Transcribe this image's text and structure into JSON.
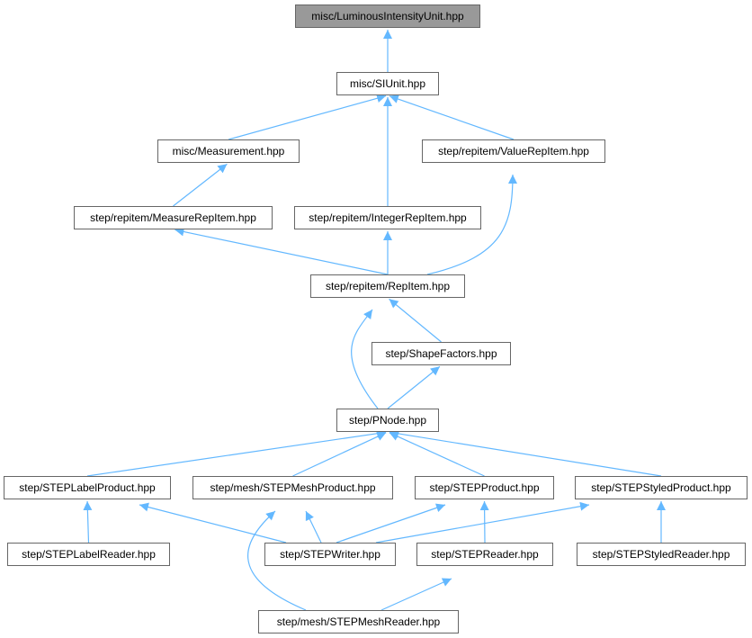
{
  "colors": {
    "edge": "#63b8ff",
    "node_border": "#666666",
    "root_fill": "#999999",
    "node_fill": "#ffffff"
  },
  "nodes": [
    {
      "id": "luminous",
      "label": "misc/LuminousIntensityUnit.hpp",
      "root": true
    },
    {
      "id": "siunit",
      "label": "misc/SIUnit.hpp"
    },
    {
      "id": "measurement",
      "label": "misc/Measurement.hpp"
    },
    {
      "id": "valuerep",
      "label": "step/repitem/ValueRepItem.hpp"
    },
    {
      "id": "measurerep",
      "label": "step/repitem/MeasureRepItem.hpp"
    },
    {
      "id": "integerrep",
      "label": "step/repitem/IntegerRepItem.hpp"
    },
    {
      "id": "repitem",
      "label": "step/repitem/RepItem.hpp"
    },
    {
      "id": "shapefactors",
      "label": "step/ShapeFactors.hpp"
    },
    {
      "id": "pnode",
      "label": "step/PNode.hpp"
    },
    {
      "id": "labelproduct",
      "label": "step/STEPLabelProduct.hpp"
    },
    {
      "id": "meshproduct",
      "label": "step/mesh/STEPMeshProduct.hpp"
    },
    {
      "id": "stepproduct",
      "label": "step/STEPProduct.hpp"
    },
    {
      "id": "styledproduct",
      "label": "step/STEPStyledProduct.hpp"
    },
    {
      "id": "labelreader",
      "label": "step/STEPLabelReader.hpp"
    },
    {
      "id": "stepwriter",
      "label": "step/STEPWriter.hpp"
    },
    {
      "id": "stepreader",
      "label": "step/STEPReader.hpp"
    },
    {
      "id": "styledreader",
      "label": "step/STEPStyledReader.hpp"
    },
    {
      "id": "meshreader",
      "label": "step/mesh/STEPMeshReader.hpp"
    }
  ],
  "edges": [
    {
      "from": "siunit",
      "to": "luminous"
    },
    {
      "from": "measurement",
      "to": "siunit"
    },
    {
      "from": "integerrep",
      "to": "siunit"
    },
    {
      "from": "valuerep",
      "to": "siunit"
    },
    {
      "from": "measurerep",
      "to": "measurement"
    },
    {
      "from": "repitem",
      "to": "measurerep"
    },
    {
      "from": "repitem",
      "to": "integerrep"
    },
    {
      "from": "repitem",
      "to": "valuerep"
    },
    {
      "from": "pnode",
      "to": "repitem"
    },
    {
      "from": "shapefactors",
      "to": "repitem"
    },
    {
      "from": "pnode",
      "to": "shapefactors"
    },
    {
      "from": "labelproduct",
      "to": "pnode"
    },
    {
      "from": "meshproduct",
      "to": "pnode"
    },
    {
      "from": "stepproduct",
      "to": "pnode"
    },
    {
      "from": "styledproduct",
      "to": "pnode"
    },
    {
      "from": "labelreader",
      "to": "labelproduct"
    },
    {
      "from": "stepwriter",
      "to": "labelproduct"
    },
    {
      "from": "stepwriter",
      "to": "meshproduct"
    },
    {
      "from": "meshreader",
      "to": "meshproduct"
    },
    {
      "from": "stepwriter",
      "to": "stepproduct"
    },
    {
      "from": "stepreader",
      "to": "stepproduct"
    },
    {
      "from": "stepwriter",
      "to": "styledproduct"
    },
    {
      "from": "styledreader",
      "to": "styledproduct"
    },
    {
      "from": "meshreader",
      "to": "stepreader"
    }
  ]
}
